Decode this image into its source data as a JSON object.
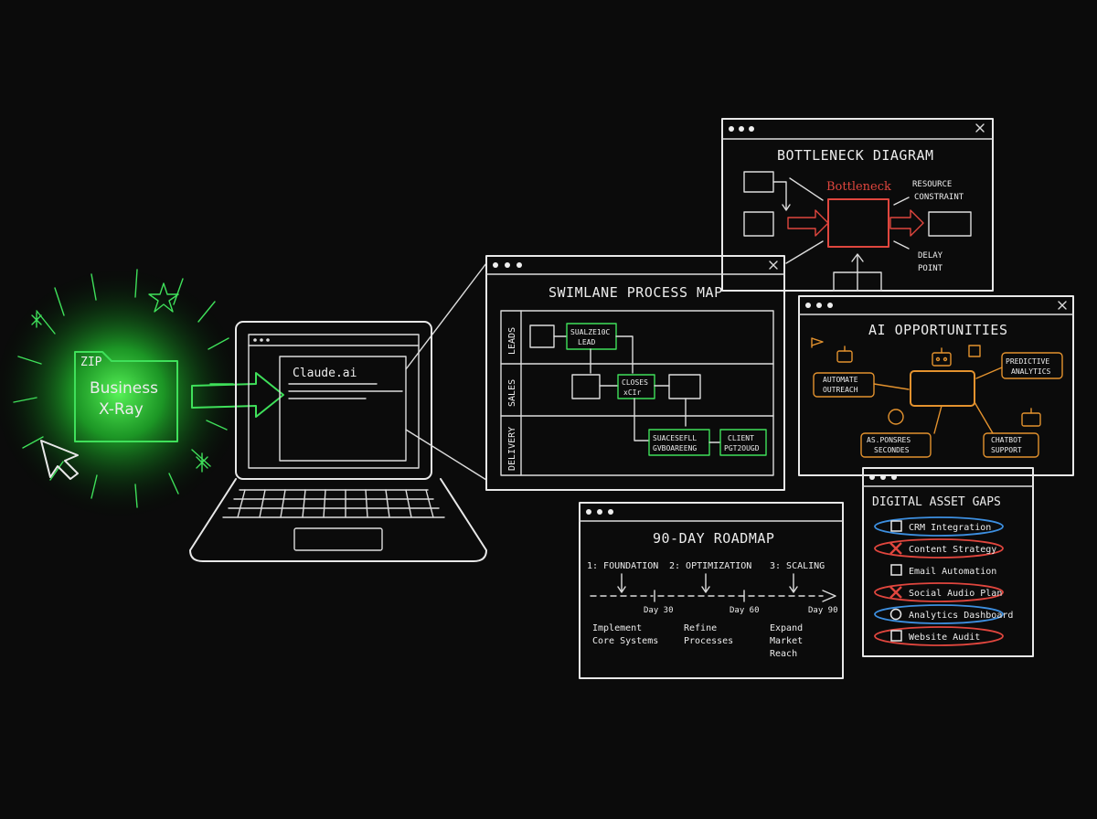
{
  "folder": {
    "tag": "ZIP",
    "title_line1": "Business",
    "title_line2": "X-Ray"
  },
  "laptop": {
    "screen_title": "Claude.ai"
  },
  "swimlane": {
    "title": "SWIMLANE PROCESS MAP",
    "lanes": [
      "LEADS",
      "SALES",
      "DELIVERY"
    ],
    "nodes": [
      {
        "line1": "SUALZE10C",
        "line2": "LEAD"
      },
      {
        "line1": "CLOSES",
        "line2": "xCIr"
      },
      {
        "line1": "SUACESEFLL",
        "line2": "GVBOAREENG"
      },
      {
        "line1": "CLIENT",
        "line2": "PGT2OUGD"
      }
    ]
  },
  "bottleneck": {
    "title": "BOTTLENECK DIAGRAM",
    "center_label": "Bottleneck",
    "resource_line1": "RESOURCE",
    "resource_line2": "CONSTRAINT",
    "delay_line1": "DELAY",
    "delay_line2": "POINT"
  },
  "ai": {
    "title": "AI OPPORTUNITIES",
    "items": [
      {
        "line1": "AUTOMATE",
        "line2": "OUTREACH"
      },
      {
        "line1": "PREDICTIVE",
        "line2": "ANALYTICS"
      },
      {
        "line1": "AS.PONSRES",
        "line2": "SECONDES"
      },
      {
        "line1": "CHATBOT",
        "line2": "SUPPORT"
      }
    ]
  },
  "roadmap": {
    "title": "90-DAY ROADMAP",
    "phases": [
      "1: FOUNDATION",
      "2: OPTIMIZATION",
      "3: SCALING"
    ],
    "days": [
      "Day 30",
      "Day 60",
      "Day 90"
    ],
    "descs": [
      {
        "line1": "Implement",
        "line2": "Core Systems",
        "line3": ""
      },
      {
        "line1": "Refine",
        "line2": "Processes",
        "line3": ""
      },
      {
        "line1": "Expand",
        "line2": "Market",
        "line3": "Reach"
      }
    ]
  },
  "gaps": {
    "title": "DIGITAL ASSET GAPS",
    "items": [
      {
        "label": "CRM Integration",
        "mark": "box",
        "ring": "blue"
      },
      {
        "label": "Content Strategy",
        "mark": "x",
        "ring": "red"
      },
      {
        "label": "Email Automation",
        "mark": "box",
        "ring": "none"
      },
      {
        "label": "Social Audio Plan",
        "mark": "x",
        "ring": "red"
      },
      {
        "label": "Analytics Dashboard",
        "mark": "circle",
        "ring": "blue"
      },
      {
        "label": "Website Audit",
        "mark": "box",
        "ring": "red"
      }
    ]
  },
  "colors": {
    "green": "#3fe05a",
    "red": "#e0463e",
    "orange": "#e3922e",
    "blue": "#3d8fe0",
    "chalk": "#e8e8e8"
  }
}
